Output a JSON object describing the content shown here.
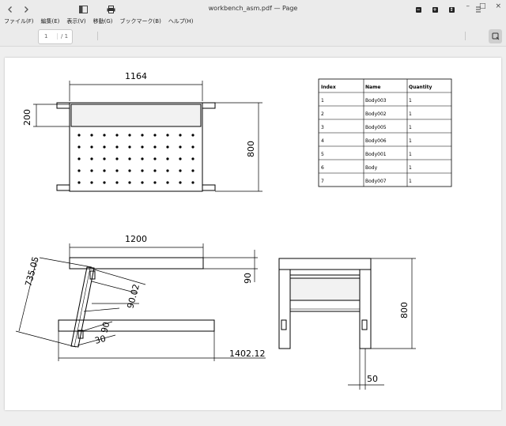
{
  "window": {
    "title": "workbench_asm.pdf — Page",
    "minimize": "–",
    "maximize": "□",
    "close": "×"
  },
  "menu": [
    "ファイル(F)",
    "編集(E)",
    "表示(V)",
    "移動(G)",
    "ブックマーク(B)",
    "ヘルプ(H)"
  ],
  "toolbar": {
    "page_current": "1",
    "page_total": "/ 1"
  },
  "drawing": {
    "dimensions": {
      "top_width": "1164",
      "top_left_height": "200",
      "top_right_height": "800",
      "side_width": "1200",
      "side_diag": "735.05",
      "side_right": "90",
      "angle_a": "90.02",
      "angle_b": "90",
      "angle_c": "30",
      "side_total": "1402.12",
      "front_height": "800",
      "front_small": "50"
    },
    "bom": {
      "headers": [
        "Index",
        "Name",
        "Quantity"
      ],
      "rows": [
        [
          "1",
          "Body003",
          "1"
        ],
        [
          "2",
          "Body002",
          "1"
        ],
        [
          "3",
          "Body005",
          "1"
        ],
        [
          "4",
          "Body006",
          "1"
        ],
        [
          "5",
          "Body001",
          "1"
        ],
        [
          "6",
          "Body",
          "1"
        ],
        [
          "7",
          "Body007",
          "1"
        ]
      ]
    }
  }
}
